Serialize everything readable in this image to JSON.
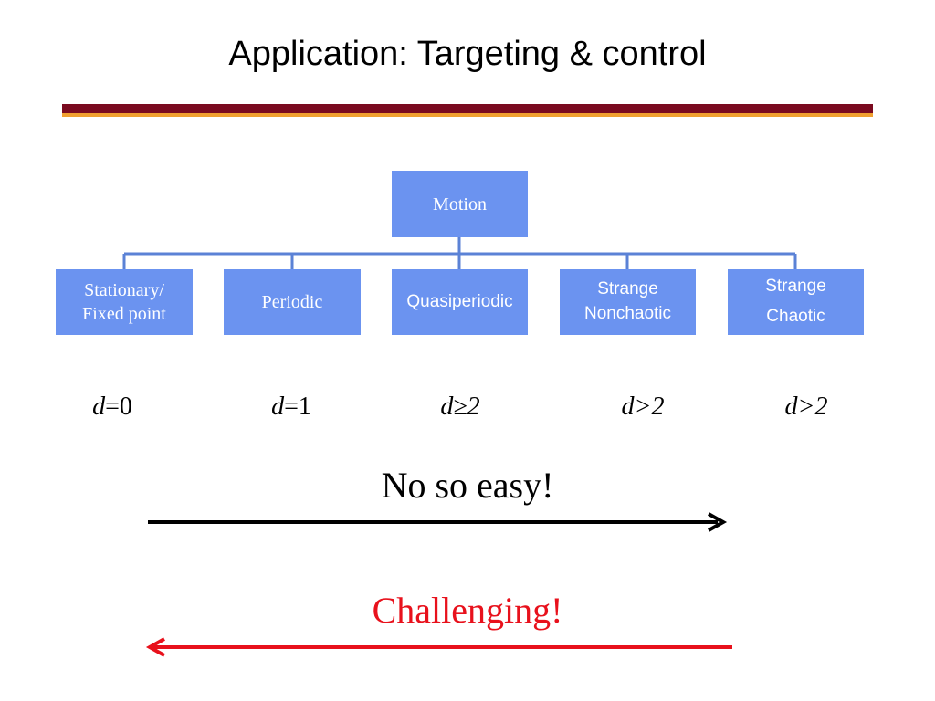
{
  "title": "Application: Targeting & control",
  "colors": {
    "rule_dark": "#7a0a1f",
    "rule_gold": "#f0a030",
    "box_fill": "#6b93f0",
    "connector": "#5b82d6",
    "arrow_forward": "#000000",
    "arrow_back": "#e8111c",
    "challenging_text": "#e8111c"
  },
  "diagram": {
    "root": "Motion",
    "children": [
      {
        "lines": [
          "Stationary/",
          "Fixed point"
        ],
        "dim_var": "d",
        "dim_rel": "=0"
      },
      {
        "lines": [
          "Periodic"
        ],
        "dim_var": "d",
        "dim_rel": "=1"
      },
      {
        "lines": [
          "Quasiperiodic"
        ],
        "dim_var": "d",
        "dim_rel": "≥2"
      },
      {
        "lines": [
          "Strange",
          "Nonchaotic"
        ],
        "dim_var": "d",
        "dim_rel": ">2"
      },
      {
        "lines": [
          "Strange",
          "Chaotic"
        ],
        "dim_var": "d",
        "dim_rel": ">2"
      }
    ]
  },
  "captions": {
    "easy": "No so easy!",
    "challenging": "Challenging!"
  }
}
